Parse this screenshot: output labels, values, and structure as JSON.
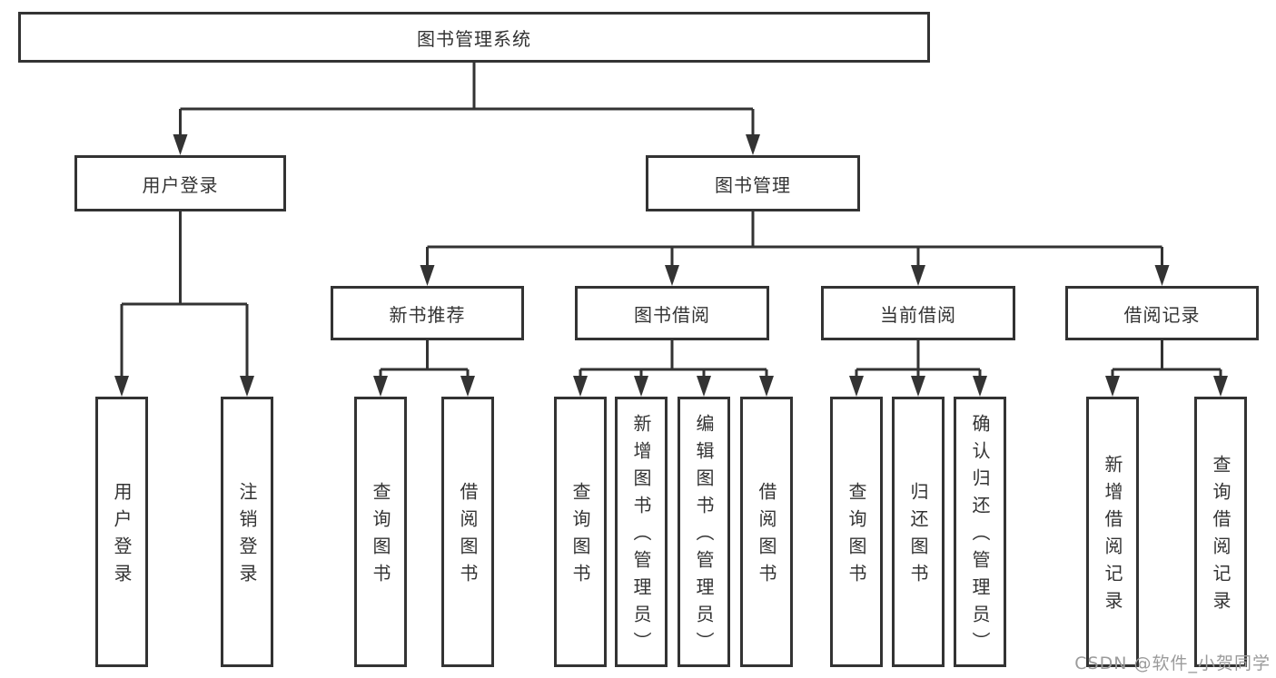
{
  "diagram": {
    "colors": {
      "line": "#333333",
      "text": "#333333",
      "background": "#ffffff",
      "watermark": "#9b9b9b"
    },
    "watermark": "CSDN @软件_小贺同学",
    "nodes": {
      "root": "图书管理系统",
      "user_login": "用户登录",
      "book_mgmt": "图书管理",
      "new_book_rec": "新书推荐",
      "book_borrow": "图书借阅",
      "current_borrow": "当前借阅",
      "borrow_records": "借阅记录",
      "leaf_user_login": "用户登录",
      "leaf_logout": "注销登录",
      "leaf_nbr_query": "查询图书",
      "leaf_nbr_borrow": "借阅图书",
      "leaf_bb_query": "查询图书",
      "leaf_bb_add": "新增图书（管理员）",
      "leaf_bb_edit": "编辑图书（管理员）",
      "leaf_bb_borrow": "借阅图书",
      "leaf_cb_query": "查询图书",
      "leaf_cb_return": "归还图书",
      "leaf_cb_confirm": "确认归还（管理员）",
      "leaf_br_add": "新增借阅记录",
      "leaf_br_query": "查询借阅记录"
    },
    "hierarchy": [
      {
        "parent": "root",
        "children": [
          "user_login",
          "book_mgmt"
        ]
      },
      {
        "parent": "user_login",
        "children": [
          "leaf_user_login",
          "leaf_logout"
        ]
      },
      {
        "parent": "book_mgmt",
        "children": [
          "new_book_rec",
          "book_borrow",
          "current_borrow",
          "borrow_records"
        ]
      },
      {
        "parent": "new_book_rec",
        "children": [
          "leaf_nbr_query",
          "leaf_nbr_borrow"
        ]
      },
      {
        "parent": "book_borrow",
        "children": [
          "leaf_bb_query",
          "leaf_bb_add",
          "leaf_bb_edit",
          "leaf_bb_borrow"
        ]
      },
      {
        "parent": "current_borrow",
        "children": [
          "leaf_cb_query",
          "leaf_cb_return",
          "leaf_cb_confirm"
        ]
      },
      {
        "parent": "borrow_records",
        "children": [
          "leaf_br_add",
          "leaf_br_query"
        ]
      }
    ]
  }
}
